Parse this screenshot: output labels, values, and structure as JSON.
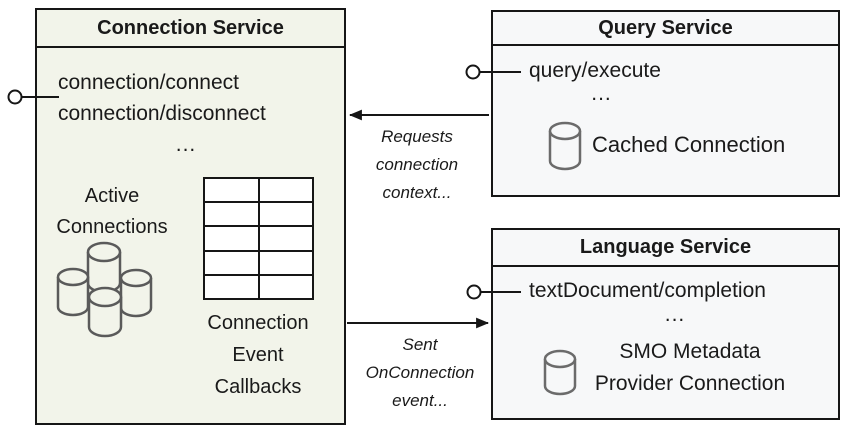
{
  "diagram": {
    "connection_service": {
      "title": "Connection Service",
      "methods": [
        "connection/connect",
        "connection/disconnect"
      ],
      "ellipsis": "...",
      "active_connections_label": "Active Connections",
      "callback_table": {
        "rows": 5,
        "cols": 2
      },
      "callbacks_label": "Connection Event Callbacks"
    },
    "query_service": {
      "title": "Query Service",
      "methods": [
        "query/execute"
      ],
      "ellipsis": "...",
      "cached_connection_label": "Cached Connection"
    },
    "language_service": {
      "title": "Language Service",
      "methods": [
        "textDocument/completion"
      ],
      "ellipsis": "...",
      "smo_label_lines": [
        "SMO Metadata",
        "Provider Connection"
      ]
    },
    "arrows": {
      "requests_label": "Requests connection context...",
      "sent_label": "Sent OnConnection event..."
    },
    "colors": {
      "connection_box_fill": "#f2f4ea",
      "service_box_fill": "#f7f8f9",
      "border": "#161616",
      "cylinder_stroke": "#5a5a5a",
      "text": "#1a1a1a"
    }
  }
}
